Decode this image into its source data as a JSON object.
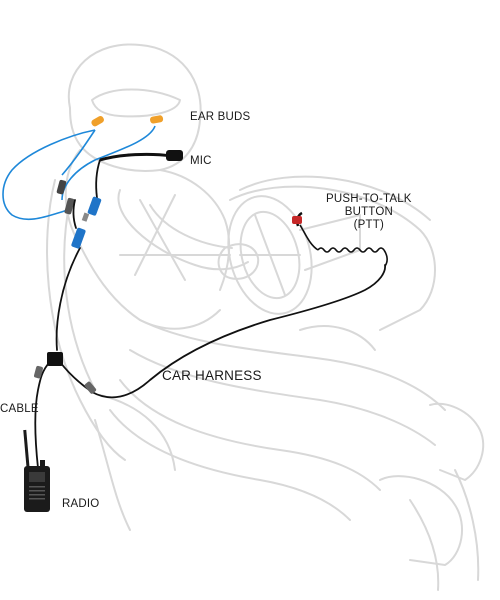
{
  "labels": {
    "ear_buds": "EAR BUDS",
    "mic": "MIC",
    "ptt_line1": "PUSH-TO-TALK",
    "ptt_line2": "BUTTON",
    "ptt_line3": "(PTT)",
    "car_harness": "CAR HARNESS",
    "cable": "CABLE",
    "radio": "RADIO"
  },
  "colors": {
    "driver_outline": "#d9d9d9",
    "cable": "#111111",
    "earbud_wire": "#1e88d9",
    "earbud_tip": "#f0a02a",
    "connector_blue": "#1f74c8",
    "ptt_button": "#c62828",
    "radio_body": "#1b1b1b"
  }
}
